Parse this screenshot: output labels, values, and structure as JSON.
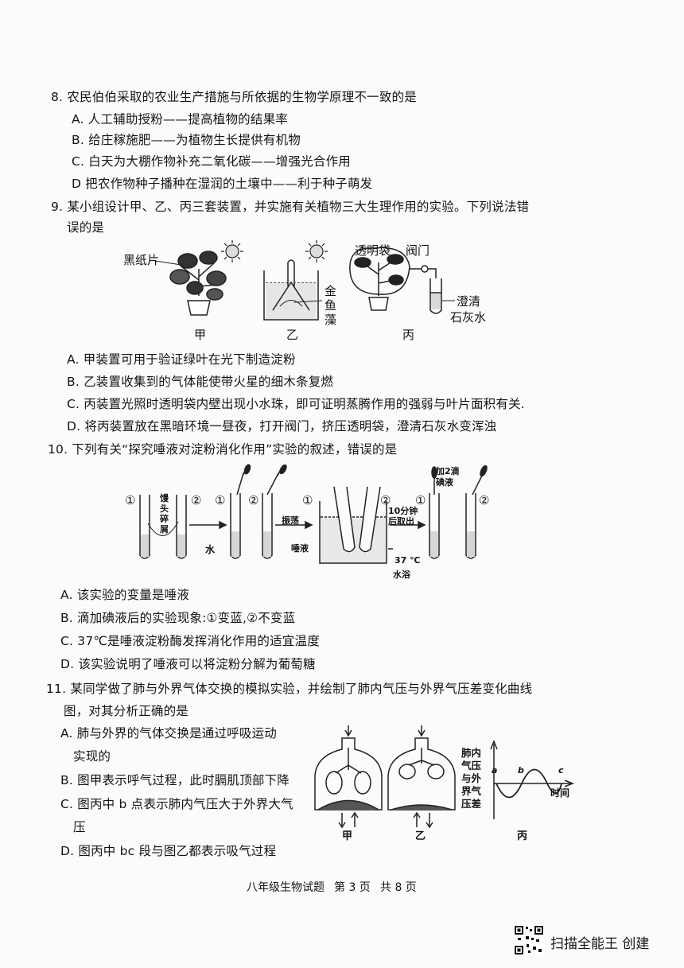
{
  "q8": {
    "stem": "8. 农民伯伯采取的农业生产措施与所依据的生物学原理不一致的是",
    "options": [
      "A. 人工辅助授粉——提高植物的结果率",
      "B. 给庄稼施肥——为植物生长提供有机物",
      "C. 白天为大棚作物补充二氧化碳——增强光合作用",
      "D 把农作物种子播种在湿润的土壤中——利于种子萌发"
    ]
  },
  "q9": {
    "stem_line1": "9. 某小组设计甲、乙、丙三套装置，并实施有关植物三大生理作用的实验。下列说法错",
    "stem_line2": "误的是",
    "figure": {
      "black_paper": "黑纸片",
      "jia": "甲",
      "yi": "乙",
      "bing": "丙",
      "goldfish_weed": [
        "金",
        "鱼",
        "藻"
      ],
      "transparent_bag": "透明袋",
      "valve": "阀门",
      "limewater": [
        "澄清",
        "石灰水"
      ]
    },
    "options": [
      "A. 甲装置可用于验证绿叶在光下制造淀粉",
      "B. 乙装置收集到的气体能使带火星的细木条复燃",
      "C. 丙装置光照时透明袋内壁出现小水珠，即可证明蒸腾作用的强弱与叶片面积有关.",
      "D. 将丙装置放在黑暗环境一昼夜，打开阀门，挤压透明袋，澄清石灰水变浑浊"
    ]
  },
  "q10": {
    "stem": "10. 下列有关“探究唾液对淀粉消化作用”实验的叙述，错误的是",
    "figure": {
      "c1": "①",
      "c2": "②",
      "bread_crumbs": [
        "馒",
        "头",
        "碎",
        "屑"
      ],
      "water": "水",
      "saliva": "唾液",
      "shake": "振荡",
      "after10": [
        "10分钟",
        "后取出"
      ],
      "iodine": [
        "加2滴",
        "碘液"
      ],
      "temp": "37 ℃",
      "bath": "水浴"
    },
    "options": [
      "A. 该实验的变量是唾液",
      "B. 滴加碘液后的实验现象:①变蓝,②不变蓝",
      "C. 37℃是唾液淀粉酶发挥消化作用的适宜温度",
      "D. 该实验说明了唾液可以将淀粉分解为葡萄糖"
    ]
  },
  "q11": {
    "stem_line1": "11. 某同学做了肺与外界气体交换的模拟实验，并绘制了肺内气压与外界气压差变化曲线",
    "stem_line2": "图，对其分析正确的是",
    "options": [
      "A. 肺与外界的气体交换是通过呼吸运动",
      "实现的",
      "B. 图甲表示呼气过程，此时膈肌顶部下降",
      "C. 图丙中 b 点表示肺内气压大于外界大气",
      "压",
      "D. 图丙中 bc 段与图乙都表示吸气过程"
    ],
    "figure": {
      "jia": "甲",
      "yi": "乙",
      "bing": "丙",
      "ylabel": [
        "肺内",
        "气压",
        "与外",
        "界气",
        "压差"
      ],
      "xlabel": "时间",
      "points": [
        "a",
        "b",
        "c"
      ]
    }
  },
  "footer": {
    "title": "八年级生物试题",
    "page": "第 3 页",
    "total": "共 8 页"
  },
  "watermark": "扫描全能王 创建"
}
